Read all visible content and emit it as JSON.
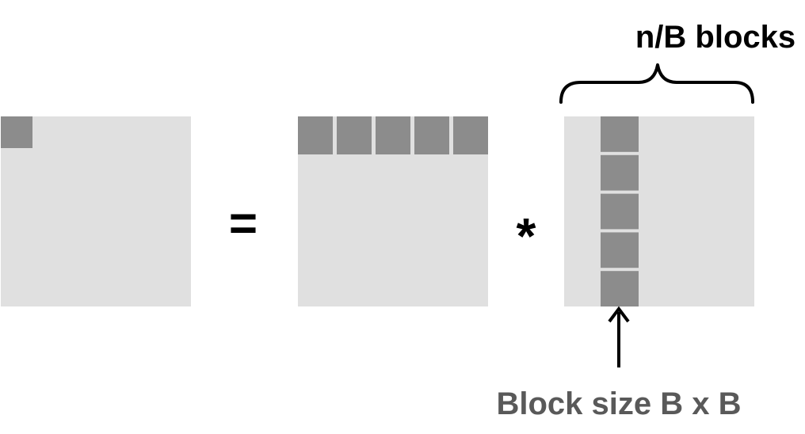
{
  "colors": {
    "matrix_fill": "#e0e0e0",
    "block_fill": "#8c8c8c",
    "ink": "#000000",
    "caption": "#595959",
    "background": "#ffffff"
  },
  "operators": {
    "equals": "=",
    "multiply": "*"
  },
  "labels": {
    "n_blocks": "n/B blocks",
    "block_size": "Block size B x B"
  },
  "matrices": {
    "result": {
      "highlight": "single-block"
    },
    "left": {
      "highlight": "block-row",
      "blocks": 5
    },
    "right": {
      "highlight": "block-column",
      "blocks": 5
    }
  }
}
